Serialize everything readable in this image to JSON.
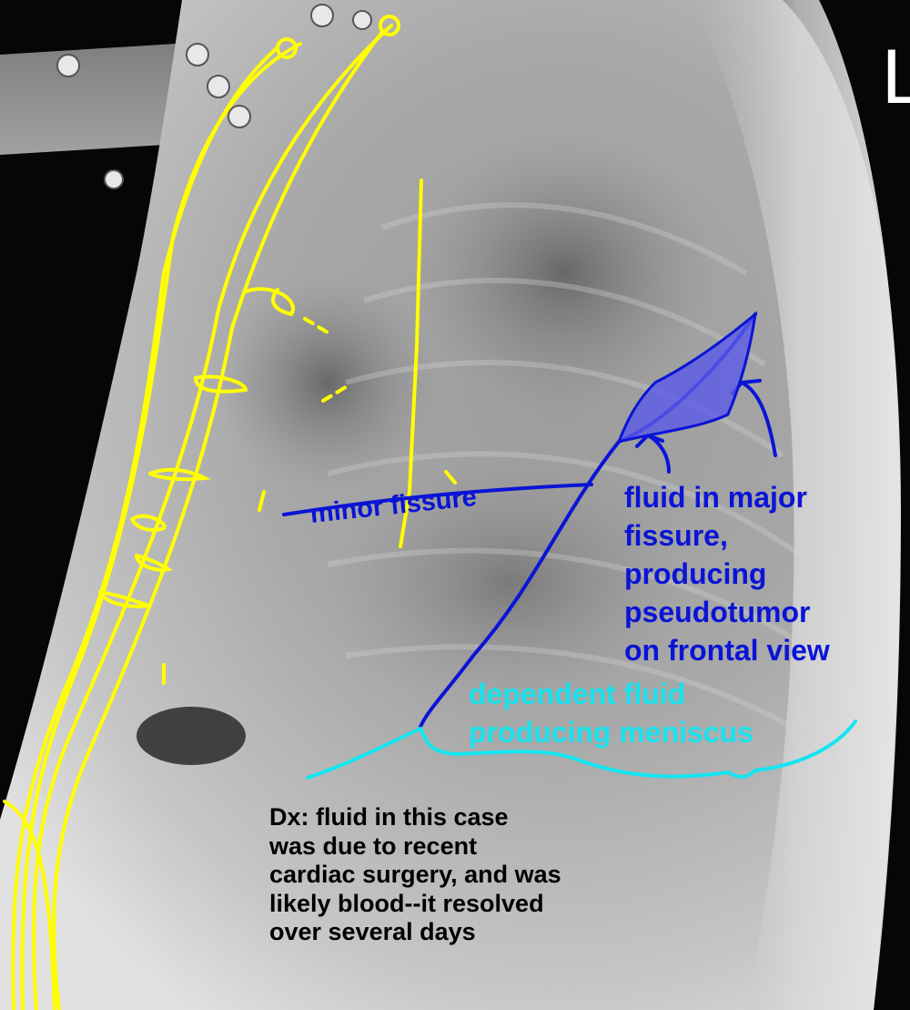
{
  "image": {
    "colors": {
      "annotation_yellow": "#ffff00",
      "annotation_blue": "#0a14d6",
      "annotation_cyan": "#12e6f2",
      "fluid_fill": "#5a5ae8",
      "dx_text": "#000000",
      "marker_white": "#ffffff"
    }
  },
  "annotations": {
    "orientation_marker": "L",
    "minor_fissure": "minor fissure",
    "major_fissure": "fluid in major\nfissure,\nproducing\npseudotumor\non frontal view",
    "dependent_fluid": "dependent fluid\nproducing meniscus",
    "diagnosis": "Dx: fluid in this case\nwas due to recent\ncardiac surgery, and was\nlikely blood--it resolved\nover several days"
  }
}
